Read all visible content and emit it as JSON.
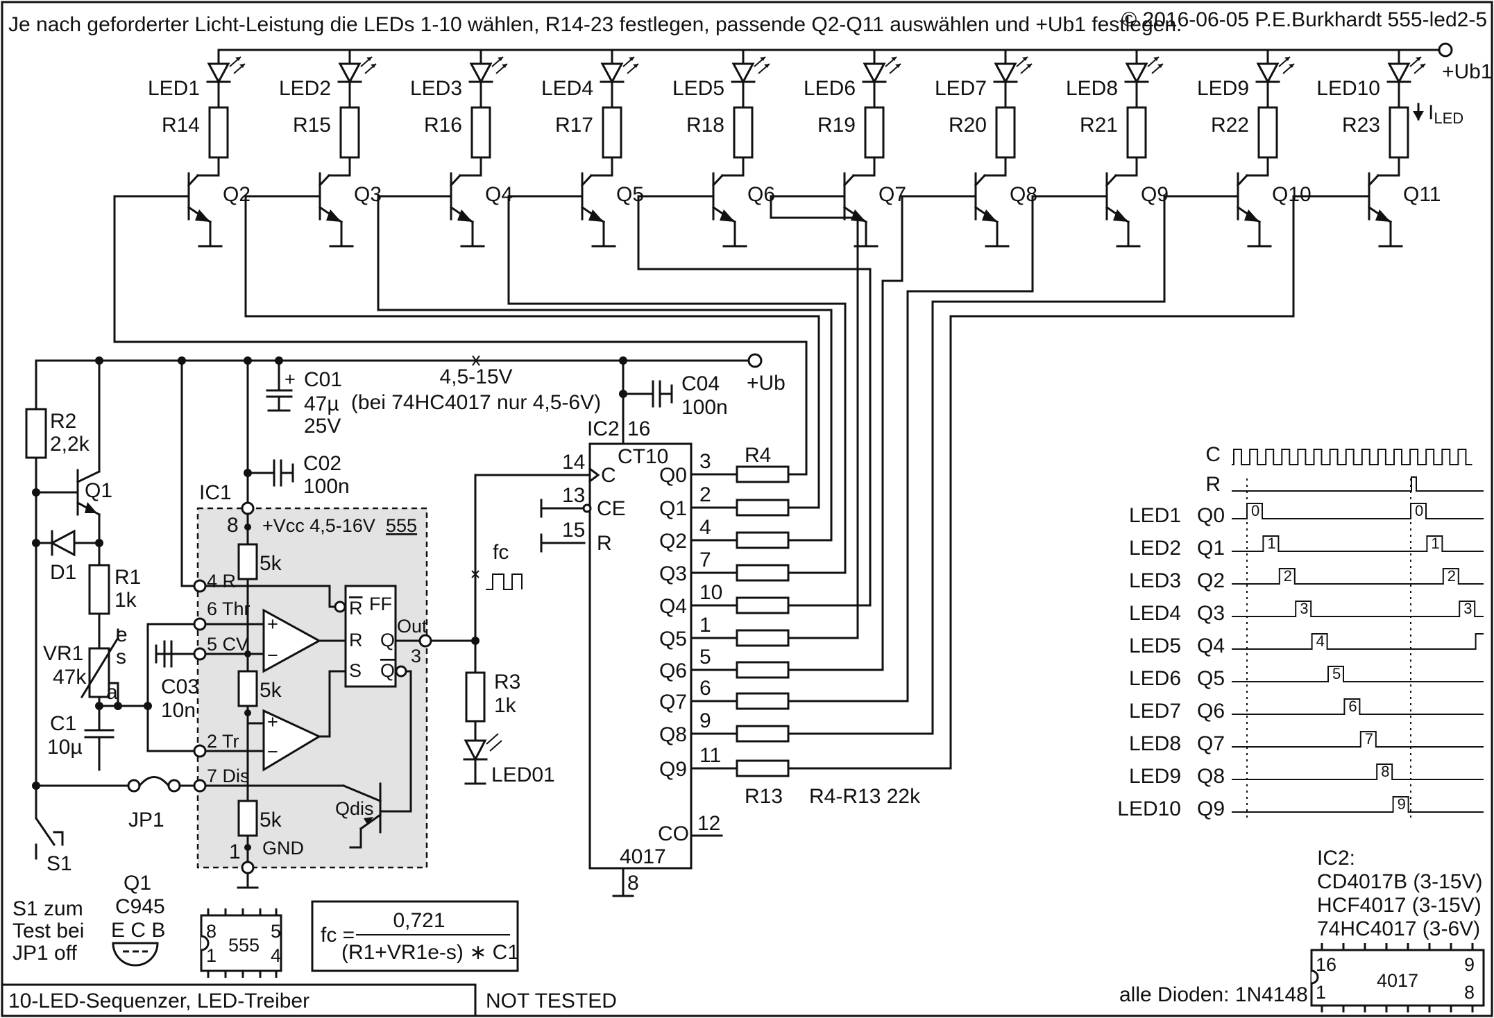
{
  "header": {
    "instruction": "Je nach geforderter Licht-Leistung die LEDs 1-10 wählen, R14-23 festlegen,  passende Q2-Q11 auswählen und +Ub1 festlegen.",
    "copyright": "© 2016-06-05 P.E.Burkhardt 555-led2-5"
  },
  "leds": [
    "LED1",
    "LED2",
    "LED3",
    "LED4",
    "LED5",
    "LED6",
    "LED7",
    "LED8",
    "LED9",
    "LED10"
  ],
  "led_resistors": [
    "R14",
    "R15",
    "R16",
    "R17",
    "R18",
    "R19",
    "R20",
    "R21",
    "R22",
    "R23"
  ],
  "transistors": [
    "Q2",
    "Q3",
    "Q4",
    "Q5",
    "Q6",
    "Q7",
    "Q8",
    "Q9",
    "Q10",
    "Q11"
  ],
  "rails": {
    "ub1": "+Ub1",
    "ub": "+Ub",
    "iled_main": "I",
    "iled_sub": "LED"
  },
  "supply": {
    "range": "4,5-15V",
    "note": "(bei 74HC4017 nur 4,5-6V)"
  },
  "caps": {
    "c01": {
      "name": "C01",
      "value": "47µ",
      "voltage": "25V",
      "plus": "+"
    },
    "c02": {
      "name": "C02",
      "value": "100n"
    },
    "c03": {
      "name": "C03",
      "value": "10n"
    },
    "c04": {
      "name": "C04",
      "value": "100n"
    },
    "c1": {
      "name": "C1",
      "value": "10µ"
    }
  },
  "left": {
    "r2": {
      "name": "R2",
      "value": "2,2k"
    },
    "q1": "Q1",
    "d1": "D1",
    "r1": {
      "name": "R1",
      "value": "1k"
    },
    "vr1": {
      "name": "VR1",
      "value": "47k",
      "e": "e",
      "s": "s",
      "a": "a"
    },
    "jp1": "JP1",
    "s1": "S1"
  },
  "ic1": {
    "name": "IC1",
    "pin8": "8",
    "vcc": "+Vcc  4,5-16V",
    "type": "555",
    "div_r": "5k",
    "pin4": "4 R",
    "pin6": "6 Thr",
    "pin5": "5 CV",
    "pin2": "2 Tr",
    "pin7": "7 Dis",
    "ff": "FF",
    "rbar": "R",
    "r": "R",
    "s": "S",
    "q": "Q",
    "qbar": "Q",
    "out": "Out",
    "pin3": "3",
    "qdis": "Qdis",
    "pin1": "1",
    "gnd": "GND",
    "plus": "+",
    "minus": "−"
  },
  "freq": {
    "r3": "R3",
    "r3v": "1k",
    "led01": "LED01",
    "fc": "fc"
  },
  "ic2": {
    "name": "IC2",
    "pin16": "16",
    "label": "CT10",
    "part": "4017",
    "pin8": "8",
    "inputs": [
      {
        "pin": "14",
        "label": "C"
      },
      {
        "pin": "13",
        "label": "CE"
      },
      {
        "pin": "15",
        "label": "R"
      }
    ],
    "outputs": [
      {
        "label": "Q0",
        "pin": "3"
      },
      {
        "label": "Q1",
        "pin": "2"
      },
      {
        "label": "Q2",
        "pin": "4"
      },
      {
        "label": "Q3",
        "pin": "7"
      },
      {
        "label": "Q4",
        "pin": "10"
      },
      {
        "label": "Q5",
        "pin": "1"
      },
      {
        "label": "Q6",
        "pin": "5"
      },
      {
        "label": "Q7",
        "pin": "6"
      },
      {
        "label": "Q8",
        "pin": "9"
      },
      {
        "label": "Q9",
        "pin": "11"
      }
    ],
    "co": "CO",
    "co_pin": "12",
    "r4": "R4",
    "r13": "R13",
    "r_note": "R4-R13  22k"
  },
  "timing": {
    "c": "C",
    "r": "R",
    "rows": [
      {
        "led": "LED1",
        "q": "Q0",
        "n": "0"
      },
      {
        "led": "LED2",
        "q": "Q1",
        "n": "1"
      },
      {
        "led": "LED3",
        "q": "Q2",
        "n": "2"
      },
      {
        "led": "LED4",
        "q": "Q3",
        "n": "3"
      },
      {
        "led": "LED5",
        "q": "Q4",
        "n": "4"
      },
      {
        "led": "LED6",
        "q": "Q5",
        "n": "5"
      },
      {
        "led": "LED7",
        "q": "Q6",
        "n": "6"
      },
      {
        "led": "LED8",
        "q": "Q7",
        "n": "7"
      },
      {
        "led": "LED9",
        "q": "Q8",
        "n": "8"
      },
      {
        "led": "LED10",
        "q": "Q9",
        "n": "9"
      }
    ]
  },
  "notes": {
    "s1_1": "S1 zum",
    "s1_2": "Test bei",
    "s1_3": "JP1 off",
    "q1pkg_name": "Q1",
    "q1pkg_part": "C945",
    "q1pkg_pins": "E C B",
    "pkg555": "555",
    "pin8": "8",
    "pin1": "1",
    "pin5": "5",
    "pin4": "4",
    "formula_lhs": "fc =",
    "formula_num": "0,721",
    "formula_den": "(R1+VR1e-s) ∗ C1",
    "ic2_variants": [
      "IC2:",
      "CD4017B (3-15V)",
      "HCF4017 (3-15V)",
      "74HC4017 (3-6V)"
    ],
    "pkg4017": "4017",
    "p16": "16",
    "p1": "1",
    "p9": "9",
    "p8": "8",
    "diodes": "alle Dioden: 1N4148"
  },
  "footer": {
    "title": "10-LED-Sequenzer, LED-Treiber",
    "status": "NOT TESTED"
  }
}
